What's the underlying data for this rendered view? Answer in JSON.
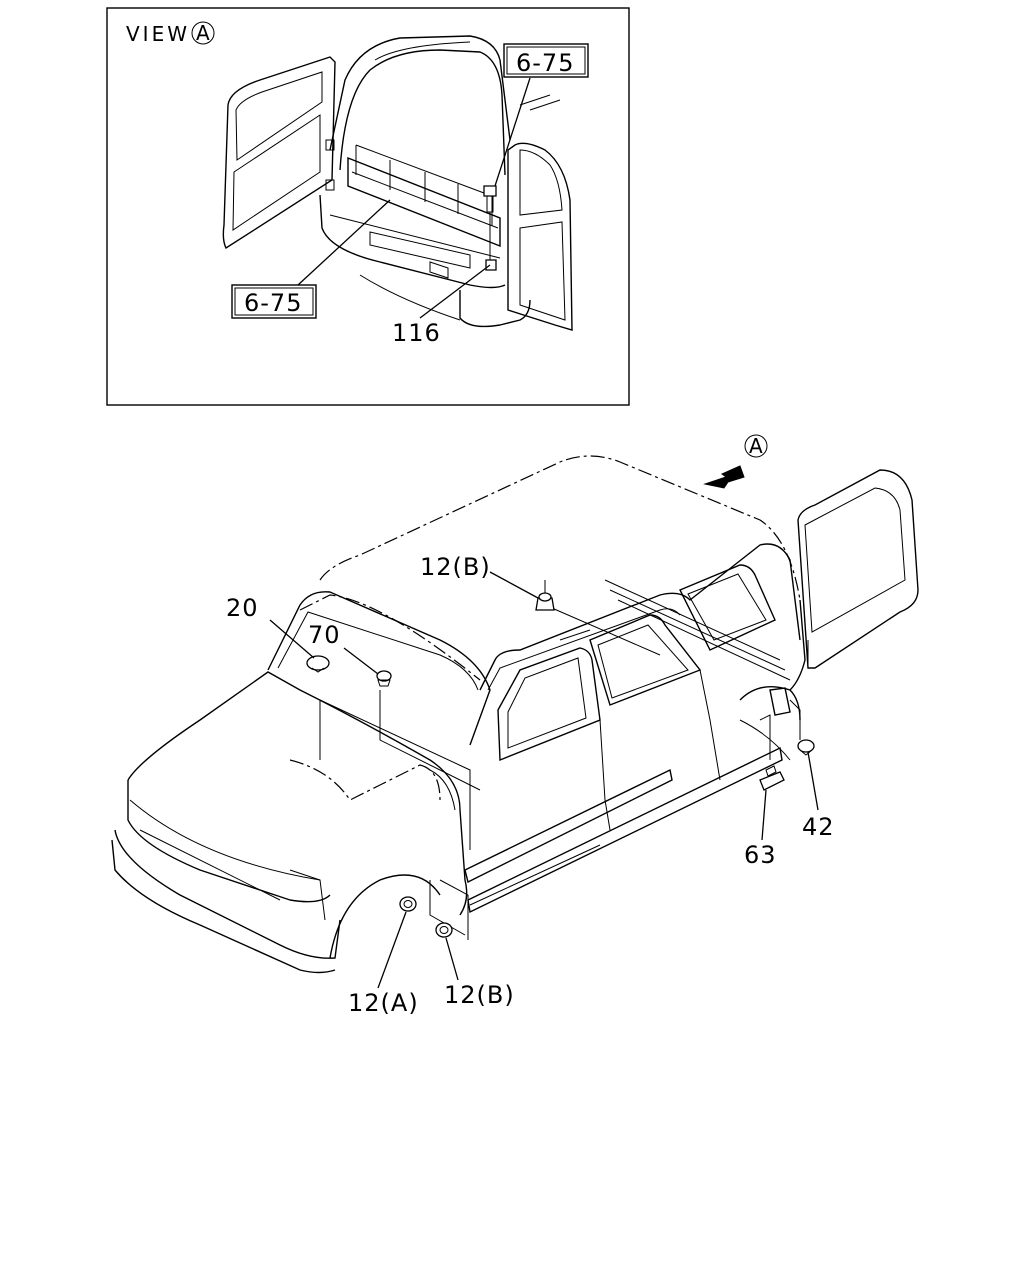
{
  "view_box": {
    "title": "VIEW",
    "title_circle_letter": "A",
    "callouts": [
      {
        "id": "ref-top",
        "text": "6-75",
        "boxed": true
      },
      {
        "id": "ref-left",
        "text": "6-75",
        "boxed": true
      },
      {
        "id": "part-116",
        "text": "116",
        "boxed": false
      }
    ]
  },
  "main": {
    "view_marker_letter": "A",
    "callouts": [
      {
        "id": "part-12b-roof",
        "text": "12(B)"
      },
      {
        "id": "part-20",
        "text": "20"
      },
      {
        "id": "part-70",
        "text": "70"
      },
      {
        "id": "part-42",
        "text": "42"
      },
      {
        "id": "part-63",
        "text": "63"
      },
      {
        "id": "part-12a",
        "text": "12(A)"
      },
      {
        "id": "part-12b-front",
        "text": "12(B)"
      }
    ]
  }
}
